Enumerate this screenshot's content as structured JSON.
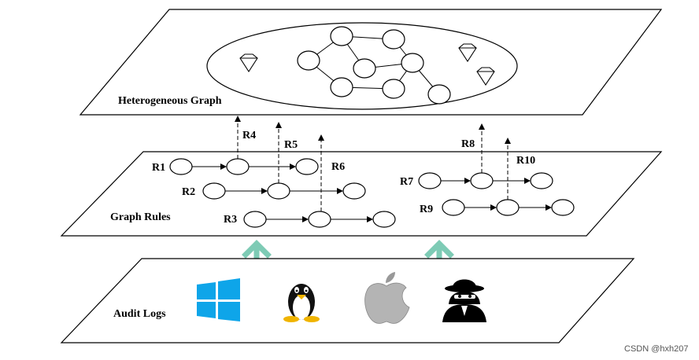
{
  "layers": {
    "top": {
      "label": "Heterogeneous Graph"
    },
    "middle": {
      "label": "Graph Rules"
    },
    "bottom": {
      "label": "Audit Logs"
    }
  },
  "rules": {
    "r1": "R1",
    "r2": "R2",
    "r3": "R3",
    "r4": "R4",
    "r5": "R5",
    "r6": "R6",
    "r7": "R7",
    "r8": "R8",
    "r9": "R9",
    "r10": "R10"
  },
  "log_sources": [
    "windows-logo",
    "linux-tux",
    "apple-logo",
    "spy-hacker"
  ],
  "colors": {
    "upward_arrow": "#7ecbb5",
    "windows_blue": "#0ea5e9"
  },
  "watermark": "CSDN @hxh207"
}
